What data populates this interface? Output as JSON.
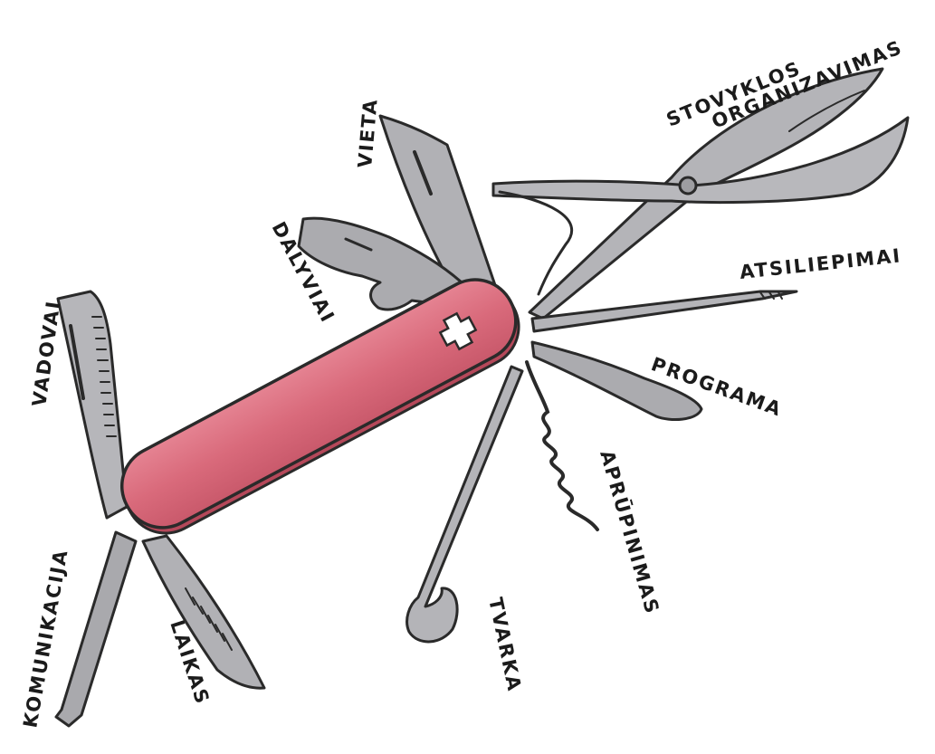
{
  "labels": {
    "stovyklos": "STOVYKLOS",
    "organizavimas": "ORGANIZAVIMAS",
    "vieta": "VIETA",
    "dalyviai": "DALYVIAI",
    "atsiliepimai": "ATSILIEPIMAI",
    "programa": "PROGRAMA",
    "aprupinimas": "APRŪPINIMAS",
    "tvarka": "TVARKA",
    "vadovai": "VADOVAI",
    "komunikacija": "KOMUNIKACIJA",
    "laikas": "LAIKAS"
  },
  "icons": {
    "knife_body": "swiss-army-knife-icon",
    "cross": "swiss-cross-icon"
  },
  "colors": {
    "body": "#d96a7b",
    "body_dark": "#c25566",
    "tool": "#a9a9ad",
    "tool_light": "#c6c6ca",
    "ink": "#2a2a2a"
  }
}
